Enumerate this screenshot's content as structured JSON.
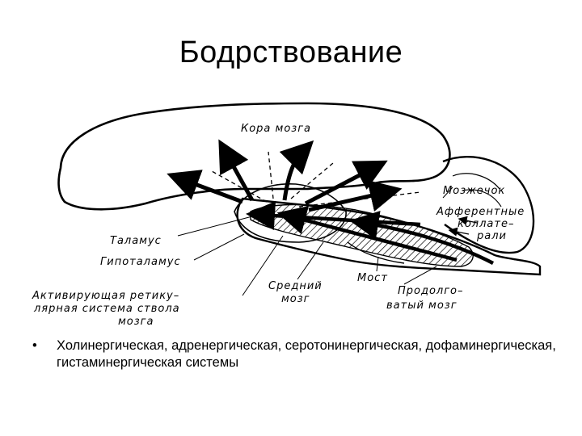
{
  "slide": {
    "title": "Бодрствование",
    "bullet_marker": "•",
    "bullet_text": "Холинергическая, адренергическая, серотонинергическая, дофаминергическая, гистаминергическая системы"
  },
  "diagram": {
    "labels": {
      "cortex": "Кора мозга",
      "cerebellum": "Мозжечок",
      "afferent_1": "Афферентные",
      "afferent_2": "коллате–",
      "afferent_3": "рали",
      "thalamus": "Таламус",
      "hypothalamus": "Гипоталамус",
      "reticular_1": "Активирующая ретику–",
      "reticular_2": "лярная система ствола",
      "reticular_3": "мозга",
      "midbrain_1": "Средний",
      "midbrain_2": "мозг",
      "pons": "Мост",
      "medulla_1": "Продолго–",
      "medulla_2": "ватый мозг"
    }
  }
}
